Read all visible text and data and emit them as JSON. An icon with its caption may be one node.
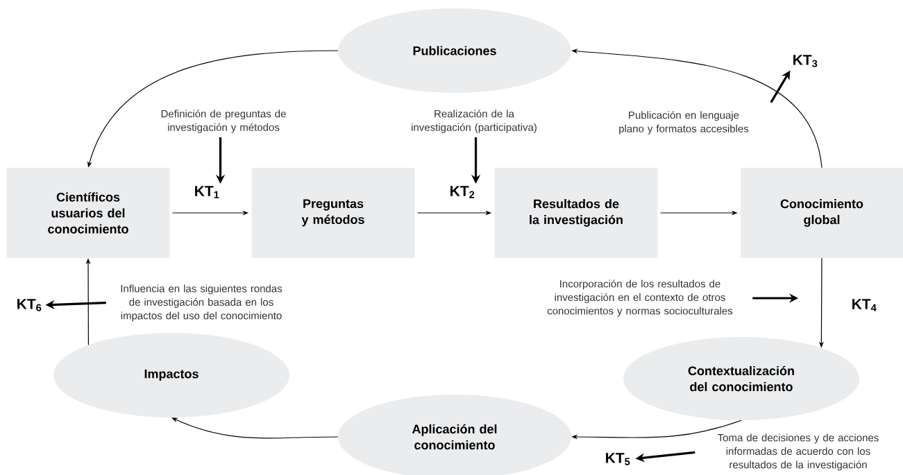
{
  "diagram": {
    "nodes": [
      {
        "text": [
          "Publicaciones"
        ]
      },
      {
        "text": [
          "Científicos usuarios del conocimiento"
        ]
      },
      {
        "text": [
          "Preguntas y métodos"
        ]
      },
      {
        "text": [
          "Resultados de la investigación"
        ]
      },
      {
        "text": [
          "Conocimiento global"
        ]
      },
      {
        "text": [
          "Contextualización del conocimiento"
        ]
      },
      {
        "text": [
          "Aplicación del conocimiento"
        ]
      },
      {
        "text": [
          "Impactos"
        ]
      },
      {
        "text": [
          "Definición de preguntas de investigación y métodos"
        ]
      },
      {
        "text": [
          "KT$_{1}$"
        ]
      },
      {
        "text": [
          "Realización de la investigación (participativa)"
        ]
      },
      {
        "text": [
          "KT$_{2}$"
        ]
      },
      {
        "text": [
          "Publicación en lenguaje plano y formatos accesibles"
        ]
      },
      {
        "text": [
          "KT$_{3}$"
        ]
      },
      {
        "text": [
          "Incorporación de los resultados de investigación en el contexto de otros conocimientos y normas socioculturales"
        ]
      },
      {
        "text": [
          "Toma de decisiones y de acciones informadas de acuerdo con los resultados de la investigación"
        ]
      },
      {
        "text": [
          "KT$_{5}$"
        ]
      },
      {
        "text": [
          "Influencia en las siguientes rondas de investigación basada en los impactos del uso del conocimiento"
        ]
      },
      {
        "text": [
          "KT$_{6}$"
        ]
      }
    ],
    "edges": [
      {
        "from": 0,
        "to": 1,
        "arrow": "to"
      },
      {
        "from": 1,
        "to": 2,
        "arrow": "to"
      },
      {
        "from": 2,
        "to": 3,
        "arrow": "to"
      },
      {
        "from": 3,
        "to": 4,
        "arrow": "to"
      },
      {
        "from": 4,
        "to": 0,
        "arrow": "to"
      },
      {
        "from": 4,
        "to": 5,
        "arrow": "to"
      },
      {
        "from": 5,
        "to": 6,
        "arrow": "to"
      },
      {
        "from": 6,
        "to": 7,
        "arrow": "to"
      },
      {
        "from": 7,
        "to": 1,
        "arrow": "to"
      },
      {
        "from": 8,
        "to": 9,
        "arrow": "to",
        "style": "thick"
      },
      {
        "from": 10,
        "to": 11,
        "arrow": "to",
        "style": "thick"
      },
      {
        "from": 12,
        "to": 13,
        "arrow": "to",
        "style": "thick"
      },
      {
        "from": 14,
        "to": null,
        "arrow": "to",
        "style": "thick"
      },
      {
        "from": 15,
        "to": 16,
        "arrow": "to",
        "style": "thick"
      },
      {
        "from": 17,
        "to": 18,
        "arrow": "to",
        "style": "thick"
      }
    ],
    "labels": [
      "KT$_{4}$"
    ]
  }
}
